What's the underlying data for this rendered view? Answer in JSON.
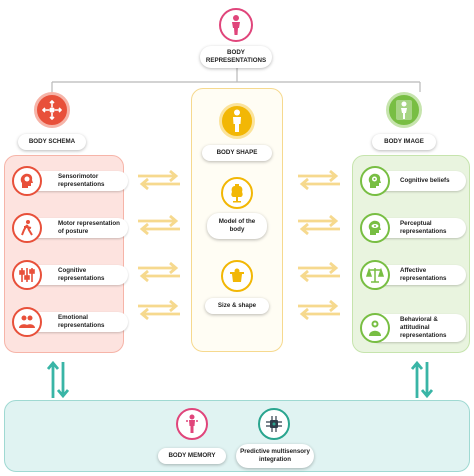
{
  "top": {
    "label": "BODY\nREPRESENTATIONS",
    "icon": "woman-figure-icon",
    "color": "#e0457b"
  },
  "body_schema": {
    "label": "BODY SCHEMA",
    "icon": "arrows-outward-icon",
    "color": "#e8503a",
    "items": [
      {
        "label": "Sensorimotor representations",
        "icon": "brain-head-icon"
      },
      {
        "label": "Motor representation of posture",
        "icon": "walking-figure-icon"
      },
      {
        "label": "Cognitive representations",
        "icon": "sliders-icon"
      },
      {
        "label": "Emotional representations",
        "icon": "people-icon"
      }
    ]
  },
  "body_shape": {
    "label": "BODY SHAPE",
    "icon": "standing-figure-icon",
    "color": "#f2b705",
    "items": [
      {
        "label": "Model of the body",
        "icon": "mannequin-icon"
      },
      {
        "label": "Size & shape",
        "icon": "scale-icon"
      }
    ]
  },
  "body_image": {
    "label": "BODY IMAGE",
    "icon": "mirror-figure-icon",
    "color": "#78be43",
    "items": [
      {
        "label": "Cognitive beliefs",
        "icon": "head-gears-icon"
      },
      {
        "label": "Perceptual representations",
        "icon": "eye-head-icon"
      },
      {
        "label": "Affective representations",
        "icon": "balance-icon"
      },
      {
        "label": "Behavioral & attitudinal representations",
        "icon": "person-gear-icon"
      }
    ]
  },
  "bottom": {
    "items": [
      {
        "label": "BODY MEMORY",
        "icon": "figure-memory-icon",
        "color": "#e0457b"
      },
      {
        "label": "Predictive multisensory integration",
        "icon": "circuit-brain-icon",
        "color": "#2aa58f"
      }
    ]
  },
  "colors": {
    "teal": "#39b5a6",
    "yellow_arrow": "#f6d98e",
    "pink_panel": "#fde3df",
    "green_panel": "#e9f4df",
    "teal_panel": "#e0f3f2"
  }
}
